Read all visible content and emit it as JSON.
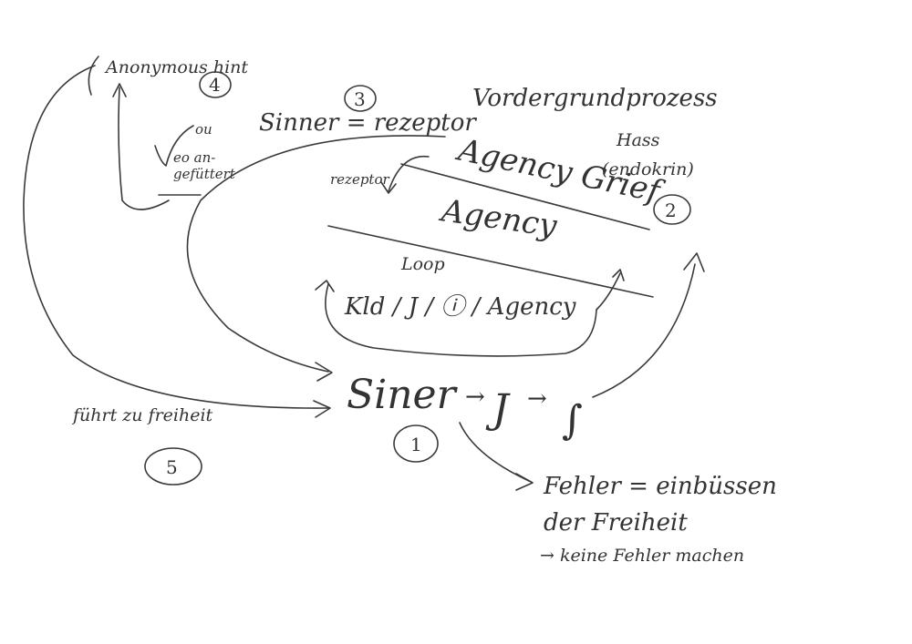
{
  "texts": {
    "anonymous_hint": "Anonymous hint",
    "num4": "4",
    "num3": "3",
    "ou": "ou",
    "eo_an": "eo an-",
    "gefuttert": "gefüttert",
    "sinner_rezeptor": "Sinner = rezeptor",
    "vordergrundprozess": "Vordergrundprozess",
    "hass": "Hass",
    "endokrin": "(endokrin)",
    "agency_grief": "Agency Grief",
    "num2": "2",
    "rezeptor_small": "rezeptor",
    "agency": "Agency",
    "loop": "Loop",
    "loop_items": "Kld / J / ⓘ / Agency",
    "siner": "Siner",
    "arrow1": "→",
    "J": "J",
    "arrow2": "→",
    "integral": "∫",
    "num1": "1",
    "fuehrt_zu_freiheit": "führt zu freiheit",
    "num5": "5",
    "fehler_line1": "Fehler = einbüssen",
    "fehler_line2": "der Freiheit",
    "fehler_line3": "→ keine Fehler machen"
  }
}
